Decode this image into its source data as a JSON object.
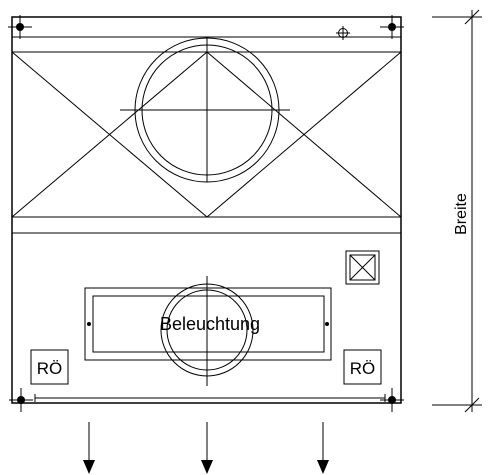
{
  "diagram": {
    "colors": {
      "stroke": "#000000",
      "background": "#ffffff"
    },
    "labels": {
      "lighting": "Beleuchtung",
      "inspection_left": "RÖ",
      "inspection_right": "RÖ",
      "dimension": "Breite"
    },
    "symbols": {
      "corner_mount": "crosshair-icon",
      "top_marker": "circle-cross-icon",
      "diagonal_box": "x-box-icon",
      "airflow": "arrow-down-icon"
    },
    "airflow_arrow_count": 3
  }
}
